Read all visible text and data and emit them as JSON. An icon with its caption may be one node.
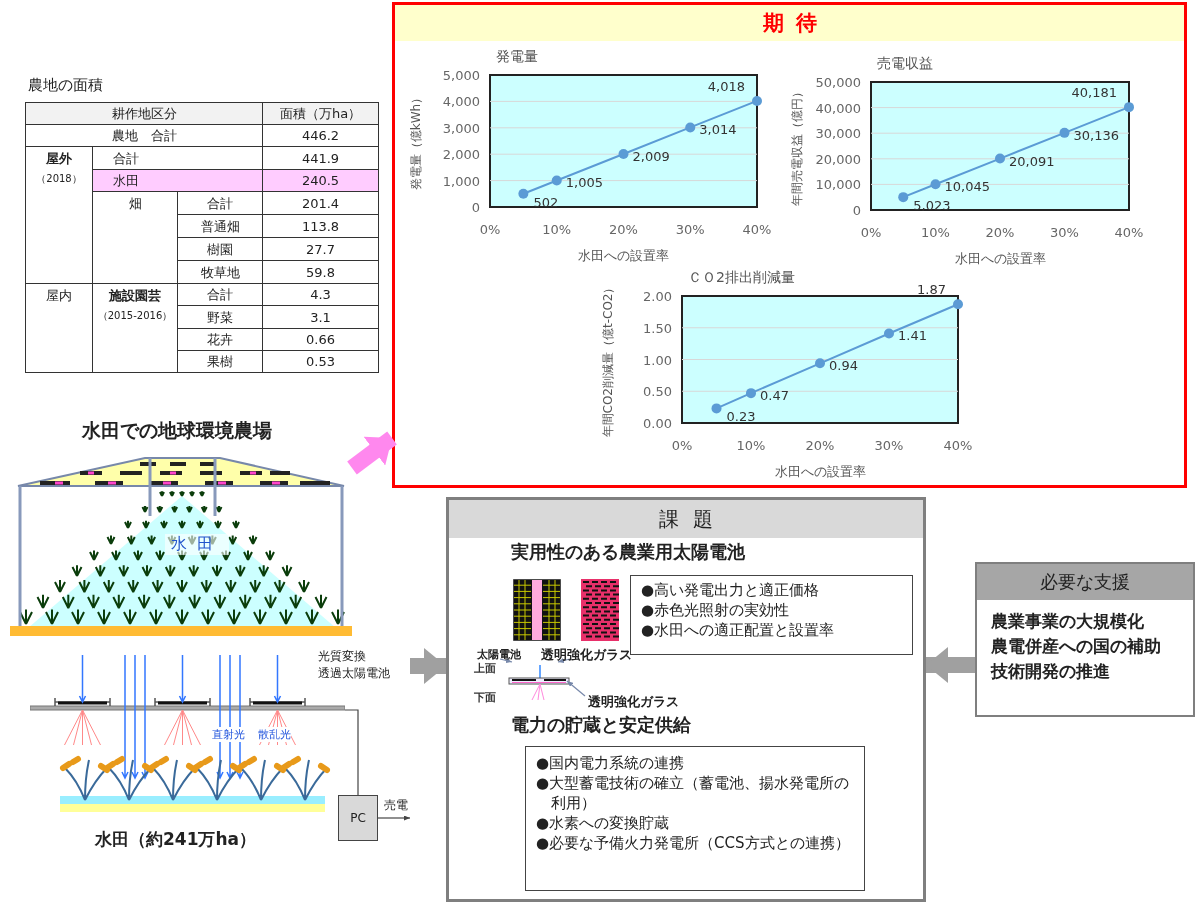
{
  "diagram": {
    "nodes": [
      {
        "text": [
          "期待"
        ]
      },
      {
        "text": [
          "課題",
          "実用性のある農業用太陽電池",
          "電力の貯蔵と安定供給"
        ]
      },
      {
        "text": [
          "●高い発電出力と適正価格",
          "●赤色光照射の実効性",
          "●水田への適正配置と設置率"
        ],
        "in": 1
      },
      {
        "text": [],
        "shape": "picture",
        "in": 1
      },
      {
        "text": [
          "太陽電池"
        ],
        "in": 1
      },
      {
        "text": [
          "透明強化ガラス"
        ],
        "in": 1
      },
      {
        "text": [
          "透明強化ガラス"
        ],
        "in": 1
      },
      {
        "text": [
          "●国内電力系統の連携",
          "●大型蓄電技術の確立（蓄電池、揚水発電所の利用）",
          "●水素への変換貯蔵",
          "●必要な予備火力発電所（CCS方式との連携）"
        ],
        "in": 1
      },
      {
        "text": [
          "必要な支援",
          "農業事業の大規模化",
          "農電併産への国の補助",
          "技術開発の推進"
        ]
      },
      {
        "text": [
          "水田での地球環境農場",
          "水田"
        ]
      },
      {
        "text": [
          "光質変換透過太陽電池"
        ]
      },
      {
        "text": [],
        "shape": "picture",
        "beside": [
          "水田（約241万ha）"
        ]
      },
      {
        "text": [
          "PC"
        ]
      }
    ],
    "edges": [
      {
        "from": 9,
        "to": 0,
        "arrow": "to",
        "style": "thick",
        "color": "#ff88ee"
      },
      {
        "from": 10,
        "to": 1,
        "arrow": "to",
        "style": "thick"
      },
      {
        "from": 8,
        "to": 1,
        "arrow": "to",
        "style": "thick"
      },
      {
        "from": 11,
        "to": 12,
        "arrow": "none",
        "color": "#444444"
      },
      {
        "from": 12,
        "to": null,
        "arrow": "to",
        "label": "売電",
        "color": "#444444"
      },
      {
        "from": 4,
        "to": 3,
        "arrow": "to"
      },
      {
        "from": 5,
        "to": 3,
        "arrow": "to"
      },
      {
        "from": 6,
        "to": 3,
        "arrow": "to"
      }
    ],
    "labels": [
      "農地の面積",
      "耕作地区分",
      "面積（万ha）",
      "農地　合計",
      "446.2",
      "屋外",
      "（2018）",
      "合計",
      "441.9",
      "水田",
      "240.5",
      "畑",
      "合計",
      "201.4",
      "普通畑",
      "113.8",
      "樹園",
      "27.7",
      "牧草地",
      "59.8",
      "屋内",
      "施設園芸",
      "（2015-2016）",
      "合計",
      "4.3",
      "野菜",
      "3.1",
      "花卉",
      "0.66",
      "果樹",
      "0.53",
      "上面",
      "下面",
      "直射光",
      "散乱光"
    ],
    "chart_data": [
      {
        "type": "line",
        "title": "発電量",
        "xlabel": "水田への設置率",
        "ylabel": "発電量（億kWh）",
        "x": [
          5,
          10,
          20,
          30,
          40
        ],
        "series": [
          {
            "color": "#5b9bd5",
            "marker": "circle",
            "values": [
              502,
              1005,
              2009,
              3014,
              4018
            ]
          }
        ],
        "grid": true,
        "xlim": [
          0,
          40
        ],
        "ylim": [
          0,
          5000
        ],
        "xticks": [
          {
            "value": 0,
            "label": "0%"
          },
          {
            "value": 10,
            "label": "10%"
          },
          {
            "value": 20,
            "label": "20%"
          },
          {
            "value": 30,
            "label": "30%"
          },
          {
            "value": 40,
            "label": "40%"
          }
        ],
        "yticks": [
          {
            "value": 0,
            "label": "0"
          },
          {
            "value": 1000,
            "label": "1,000"
          },
          {
            "value": 2000,
            "label": "2,000"
          },
          {
            "value": 3000,
            "label": "3,000"
          },
          {
            "value": 4000,
            "label": "4,000"
          },
          {
            "value": 5000,
            "label": "5,000"
          }
        ],
        "value_labels": [
          "502",
          "1,005",
          "2,009",
          "3,014",
          "4,018"
        ]
      },
      {
        "type": "line",
        "title": "売電収益",
        "xlabel": "水田への設置率",
        "ylabel": "年間売電収益（億円）",
        "x": [
          5,
          10,
          20,
          30,
          40
        ],
        "series": [
          {
            "color": "#5b9bd5",
            "marker": "circle",
            "values": [
              5023,
              10045,
              20091,
              30136,
              40181
            ]
          }
        ],
        "grid": true,
        "xlim": [
          0,
          40
        ],
        "ylim": [
          0,
          50000
        ],
        "xticks": [
          {
            "value": 0,
            "label": "0%"
          },
          {
            "value": 10,
            "label": "10%"
          },
          {
            "value": 20,
            "label": "20%"
          },
          {
            "value": 30,
            "label": "30%"
          },
          {
            "value": 40,
            "label": "40%"
          }
        ],
        "yticks": [
          {
            "value": 0,
            "label": "0"
          },
          {
            "value": 10000,
            "label": "10,000"
          },
          {
            "value": 20000,
            "label": "20,000"
          },
          {
            "value": 30000,
            "label": "30,000"
          },
          {
            "value": 40000,
            "label": "40,000"
          },
          {
            "value": 50000,
            "label": "50,000"
          }
        ],
        "value_labels": [
          "5,023",
          "10,045",
          "20,091",
          "30,136",
          "40,181"
        ]
      },
      {
        "type": "line",
        "title": "ＣＯ2排出削減量",
        "xlabel": "水田への設置率",
        "ylabel": "年間CO2削減量（億t-CO2）",
        "x": [
          5,
          10,
          20,
          30,
          40
        ],
        "series": [
          {
            "color": "#5b9bd5",
            "marker": "circle",
            "values": [
              0.23,
              0.47,
              0.94,
              1.41,
              1.87
            ]
          }
        ],
        "grid": true,
        "xlim": [
          0,
          40
        ],
        "ylim": [
          0,
          2
        ],
        "xticks": [
          {
            "value": 0,
            "label": "0%"
          },
          {
            "value": 10,
            "label": "10%"
          },
          {
            "value": 20,
            "label": "20%"
          },
          {
            "value": 30,
            "label": "30%"
          },
          {
            "value": 40,
            "label": "40%"
          }
        ],
        "yticks": [
          {
            "value": 0,
            "label": "0.00"
          },
          {
            "value": 0.5,
            "label": "0.50"
          },
          {
            "value": 1,
            "label": "1.00"
          },
          {
            "value": 1.5,
            "label": "1.50"
          },
          {
            "value": 2,
            "label": "2.00"
          }
        ],
        "value_labels": [
          "0.23",
          "0.47",
          "0.94",
          "1.41",
          "1.87"
        ]
      }
    ]
  }
}
